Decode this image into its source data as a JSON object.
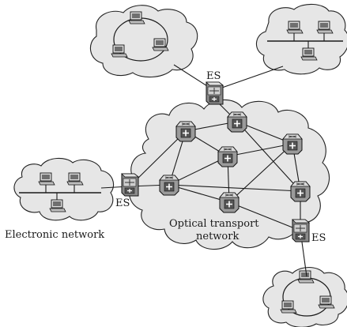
{
  "labels": {
    "es_top": "ES",
    "es_left": "ES",
    "es_right": "ES",
    "electronic_network": "Electronic network",
    "optical_line1": "Optical transport",
    "optical_line2": "network"
  },
  "icons": {
    "optical_switch": "optical-cross-connect-icon",
    "edge_switch": "edge-switch-icon",
    "host": "computer-icon"
  },
  "colors": {
    "cloud_fill": "#e6e6e6",
    "outline": "#222222"
  }
}
